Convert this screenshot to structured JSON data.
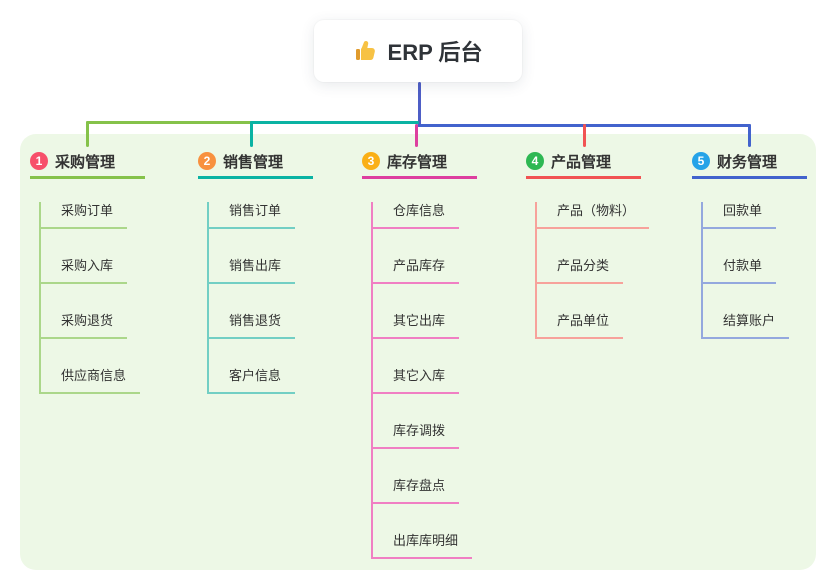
{
  "root": {
    "title": "ERP 后台",
    "icon": "thumbs-up-icon"
  },
  "branches": [
    {
      "num": "1",
      "title": "采购管理",
      "children": [
        "采购订单",
        "采购入库",
        "采购退货",
        "供应商信息"
      ],
      "colors": {
        "line": "#85c24a",
        "child_line": "#abd78a",
        "badge": "#f7506a"
      }
    },
    {
      "num": "2",
      "title": "销售管理",
      "children": [
        "销售订单",
        "销售出库",
        "销售退货",
        "客户信息"
      ],
      "colors": {
        "line": "#0ab3a3",
        "child_line": "#72cfc4",
        "badge": "#f8913f"
      }
    },
    {
      "num": "3",
      "title": "库存管理",
      "children": [
        "仓库信息",
        "产品库存",
        "其它出库",
        "其它入库",
        "库存调拨",
        "库存盘点",
        "出库库明细"
      ],
      "colors": {
        "line": "#dd3f9f",
        "child_line": "#f07fc3",
        "badge": "#fab016"
      }
    },
    {
      "num": "4",
      "title": "产品管理",
      "children": [
        "产品（物料）",
        "产品分类",
        "产品单位"
      ],
      "colors": {
        "line": "#f15353",
        "child_line": "#f7a29b",
        "badge": "#2eb853"
      }
    },
    {
      "num": "5",
      "title": "财务管理",
      "children": [
        "回款单",
        "付款单",
        "结算账户"
      ],
      "colors": {
        "line": "#4263cd",
        "child_line": "#94a8de",
        "badge": "#25a3e8"
      }
    }
  ],
  "colors": {
    "canvas_bg": "#ffffff",
    "panel_bg": "#edf8e6",
    "root_line": "#4e5ec6",
    "text": "#333333"
  }
}
